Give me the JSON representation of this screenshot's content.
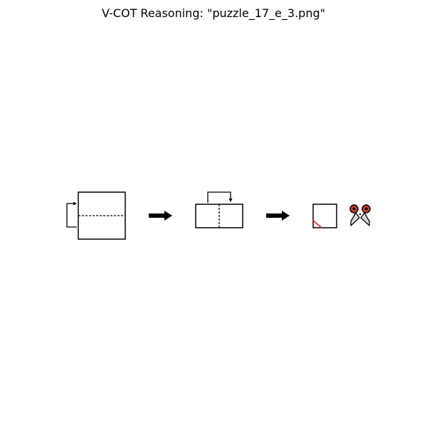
{
  "title": "V-COT Reasoning: \"puzzle_17_e_3.png\"",
  "steps": [
    {
      "name": "step-1-square-with-horizontal-fold-line",
      "fold_axis": "horizontal",
      "fold_direction": "bottom-up"
    },
    {
      "name": "step-2-folded-rectangle-with-vertical-fold-line",
      "fold_axis": "vertical",
      "fold_direction": "left-to-right"
    },
    {
      "name": "step-3-folded-square-with-cut"
    }
  ],
  "colors": {
    "outline": "#000000",
    "cut_line": "#e02020",
    "scissor_handle": "#d4402a",
    "scissor_blade": "#d8d8d8"
  },
  "icons": {
    "arrow": "right-arrow-icon",
    "scissors": "scissors-icon"
  }
}
